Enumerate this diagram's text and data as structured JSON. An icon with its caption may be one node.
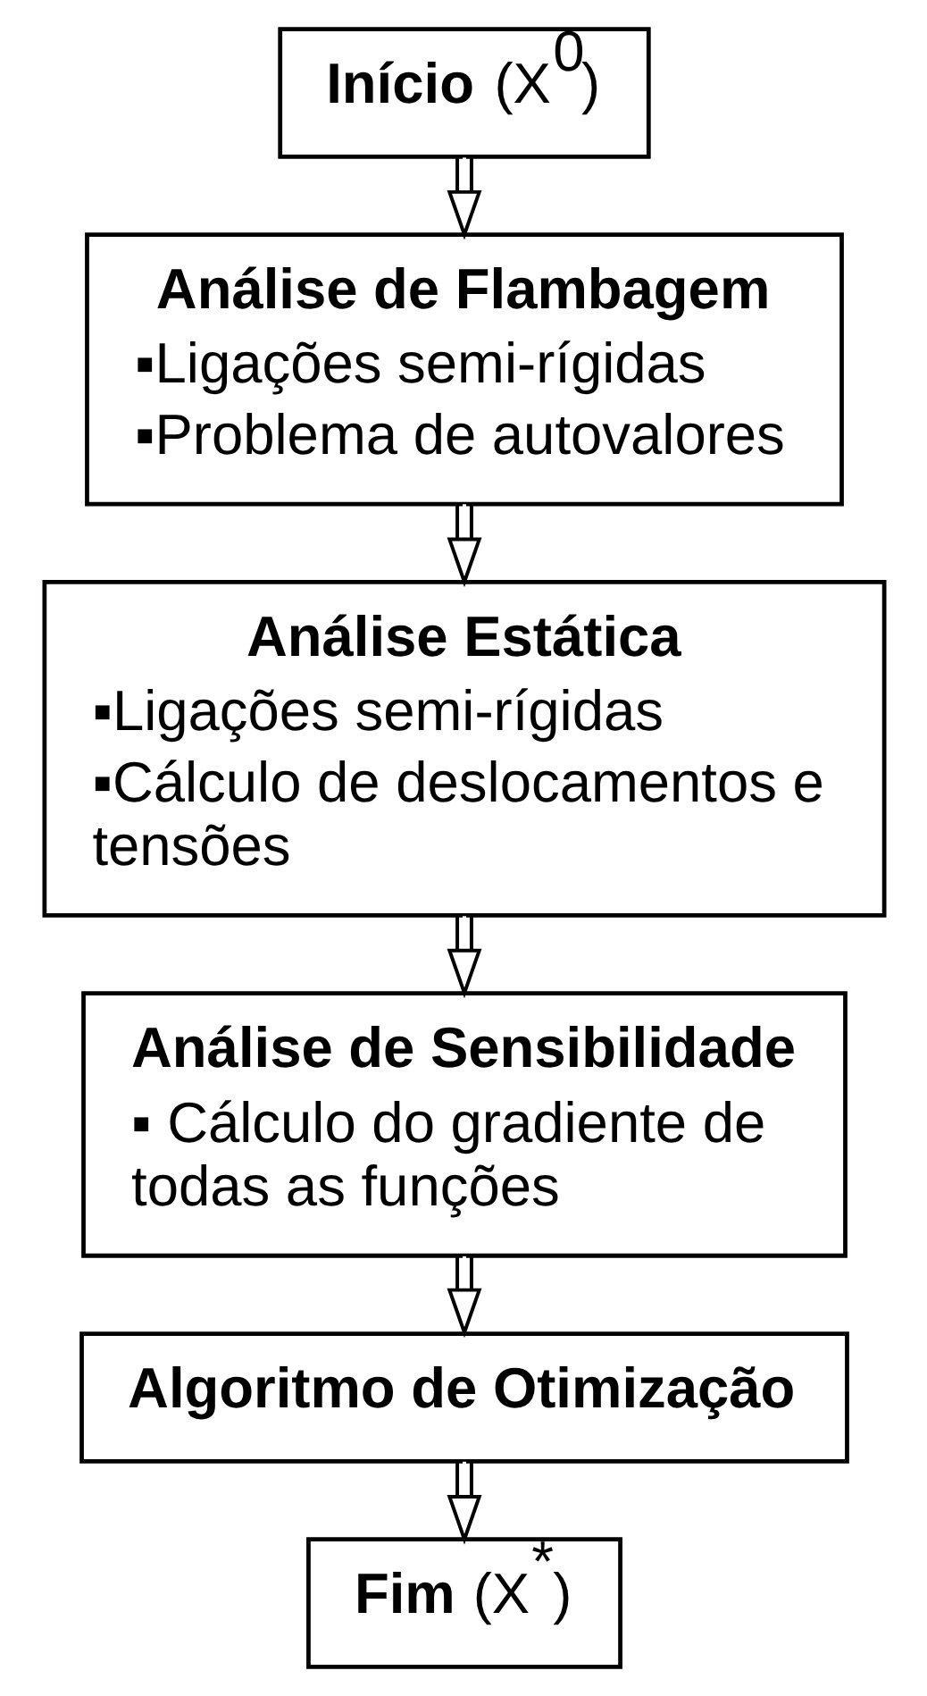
{
  "diagram": {
    "nodes": [
      {
        "text": [
          "**Início** (X$^{0}$)"
        ]
      },
      {
        "text": [
          "Análise de Flambagem",
          "▪Ligações semi-rígidas",
          "▪Problema de autovalores"
        ]
      },
      {
        "text": [
          "Análise Estática",
          "▪Ligações semi-rígidas",
          "▪Cálculo de deslocamentos e tensões"
        ]
      },
      {
        "text": [
          "Análise de Sensibilidade",
          "▪ Cálculo do gradiente de todas as funções"
        ]
      },
      {
        "text": [
          "Algoritmo de Otimização"
        ]
      },
      {
        "text": [
          "**Fim** (X$^{*}$)"
        ]
      }
    ],
    "edges": [
      {
        "from": 0,
        "to": 1,
        "arrow": "to"
      },
      {
        "from": 1,
        "to": 2,
        "arrow": "to"
      },
      {
        "from": 2,
        "to": 3,
        "arrow": "to"
      },
      {
        "from": 3,
        "to": 4,
        "arrow": "to"
      },
      {
        "from": 4,
        "to": 5,
        "arrow": "to"
      }
    ]
  }
}
